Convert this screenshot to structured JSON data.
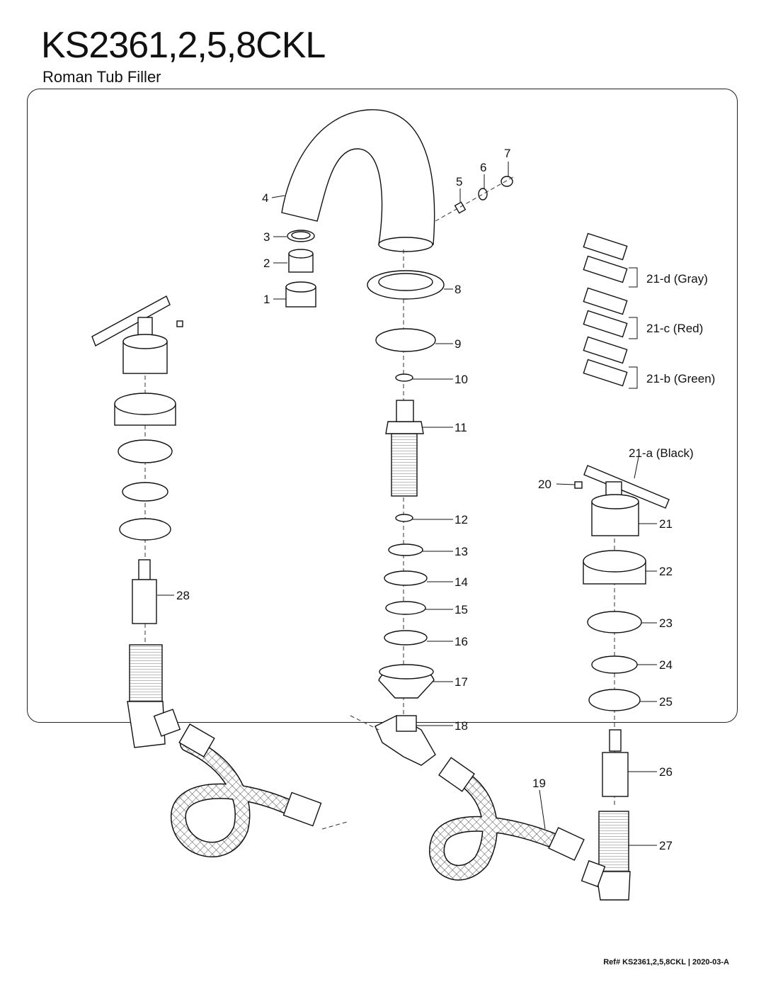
{
  "header": {
    "title": "KS2361,2,5,8CKL",
    "subtitle": "Roman Tub Filler"
  },
  "footer": {
    "ref_prefix": "Ref# KS2361,2,5,8CKL",
    "separator": " | ",
    "ref_code": "2020-03-A"
  },
  "callouts": [
    {
      "id": "1",
      "text": "1"
    },
    {
      "id": "2",
      "text": "2"
    },
    {
      "id": "3",
      "text": "3"
    },
    {
      "id": "4",
      "text": "4"
    },
    {
      "id": "5",
      "text": "5"
    },
    {
      "id": "6",
      "text": "6"
    },
    {
      "id": "7",
      "text": "7"
    },
    {
      "id": "8",
      "text": "8"
    },
    {
      "id": "9",
      "text": "9"
    },
    {
      "id": "10",
      "text": "10"
    },
    {
      "id": "11",
      "text": "11"
    },
    {
      "id": "12",
      "text": "12"
    },
    {
      "id": "13",
      "text": "13"
    },
    {
      "id": "14",
      "text": "14"
    },
    {
      "id": "15",
      "text": "15"
    },
    {
      "id": "16",
      "text": "16"
    },
    {
      "id": "17",
      "text": "17"
    },
    {
      "id": "18",
      "text": "18"
    },
    {
      "id": "19",
      "text": "19"
    },
    {
      "id": "20",
      "text": "20"
    },
    {
      "id": "21",
      "text": "21"
    },
    {
      "id": "22",
      "text": "22"
    },
    {
      "id": "23",
      "text": "23"
    },
    {
      "id": "24",
      "text": "24"
    },
    {
      "id": "25",
      "text": "25"
    },
    {
      "id": "26",
      "text": "26"
    },
    {
      "id": "27",
      "text": "27"
    },
    {
      "id": "28",
      "text": "28"
    },
    {
      "id": "21a",
      "text": "21-a (Black)"
    },
    {
      "id": "21b",
      "text": "21-b (Green)"
    },
    {
      "id": "21c",
      "text": "21-c (Red)"
    },
    {
      "id": "21d",
      "text": "21-d (Gray)"
    }
  ]
}
